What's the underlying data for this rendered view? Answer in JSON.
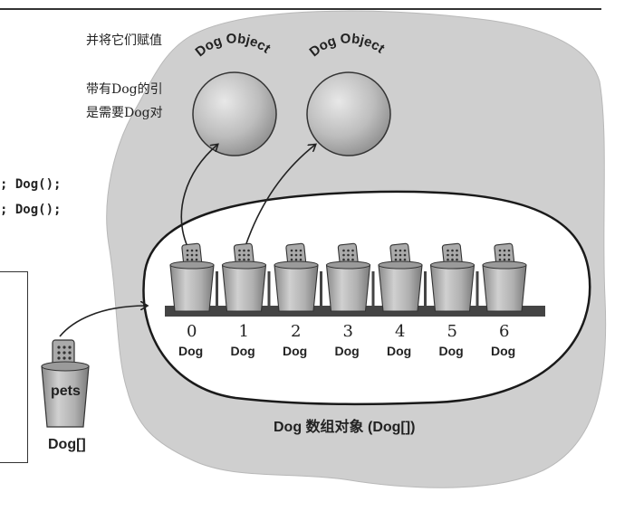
{
  "text_fragments": {
    "line1": "并将它们赋值",
    "line2": "带有Dog的引",
    "line3": "是需要Dog对",
    "code1": "; Dog();",
    "code2": "; Dog();"
  },
  "objects": [
    {
      "label": "Dog Object"
    },
    {
      "label": "Dog Object"
    }
  ],
  "array": {
    "indices": [
      "0",
      "1",
      "2",
      "3",
      "4",
      "5",
      "6"
    ],
    "slot_label": "Dog",
    "caption": "Dog 数组对象 (Dog[])"
  },
  "reference": {
    "var_name": "pets",
    "type_label": "Dog[]"
  }
}
